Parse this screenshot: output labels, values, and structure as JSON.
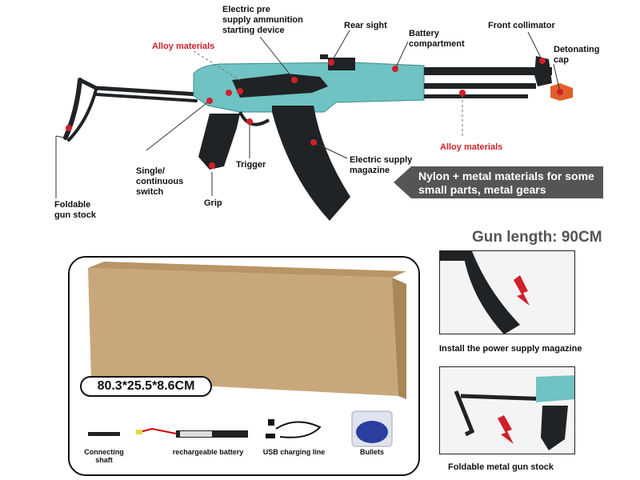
{
  "labels": {
    "electric_pre_supply": "Electric pre\nsupply ammunition\nstarting device",
    "rear_sight": "Rear sight",
    "battery_compartment": "Battery\ncompartment",
    "front_collimator": "Front collimator",
    "detonating_cap": "Detonating\ncap",
    "alloy_materials_top": "Alloy materials",
    "alloy_materials_right": "Alloy materials",
    "foldable_gun_stock": "Foldable\ngun stock",
    "single_continuous_switch": "Single/\ncontinuous\nswitch",
    "trigger": "Trigger",
    "grip": "Grip",
    "electric_supply_magazine": "Electric supply\nmagazine"
  },
  "banner": {
    "text": "Nylon + metal materials for some small parts, metal gears"
  },
  "gun_length": "Gun length: 90CM",
  "package": {
    "dimensions": "80.3*25.5*8.6CM",
    "accessories": [
      "Connecting shaft",
      "rechargeable battery",
      "USB charging line",
      "Bullets"
    ]
  },
  "details": {
    "install_magazine": "Install the power supply magazine",
    "foldable_stock": "Foldable metal gun stock"
  },
  "colors": {
    "teal": "#6fc3c2",
    "dark": "#1f2326",
    "red_marker": "#d0202a",
    "cardboard": "#c9a77c",
    "banner": "#555555"
  }
}
